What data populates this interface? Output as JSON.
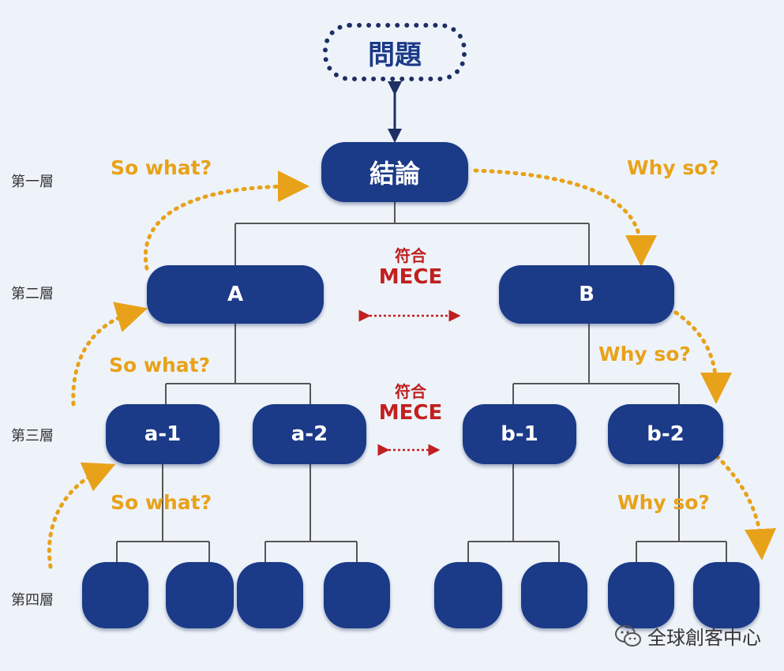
{
  "problem": "問題",
  "conclusion": "結論",
  "layers": [
    "第一層",
    "第二層",
    "第三層",
    "第四層"
  ],
  "level2": [
    "A",
    "B"
  ],
  "level3": [
    "a-1",
    "a-2",
    "b-1",
    "b-2"
  ],
  "so_what": "So what?",
  "why_so": "Why so?",
  "mece": {
    "zh": "符合",
    "en": "MECE"
  },
  "watermark": "全球創客中心",
  "colors": {
    "node": "#1b3a87",
    "arrow": "#e8a21a",
    "mece": "#c0201f",
    "line": "#555555"
  }
}
